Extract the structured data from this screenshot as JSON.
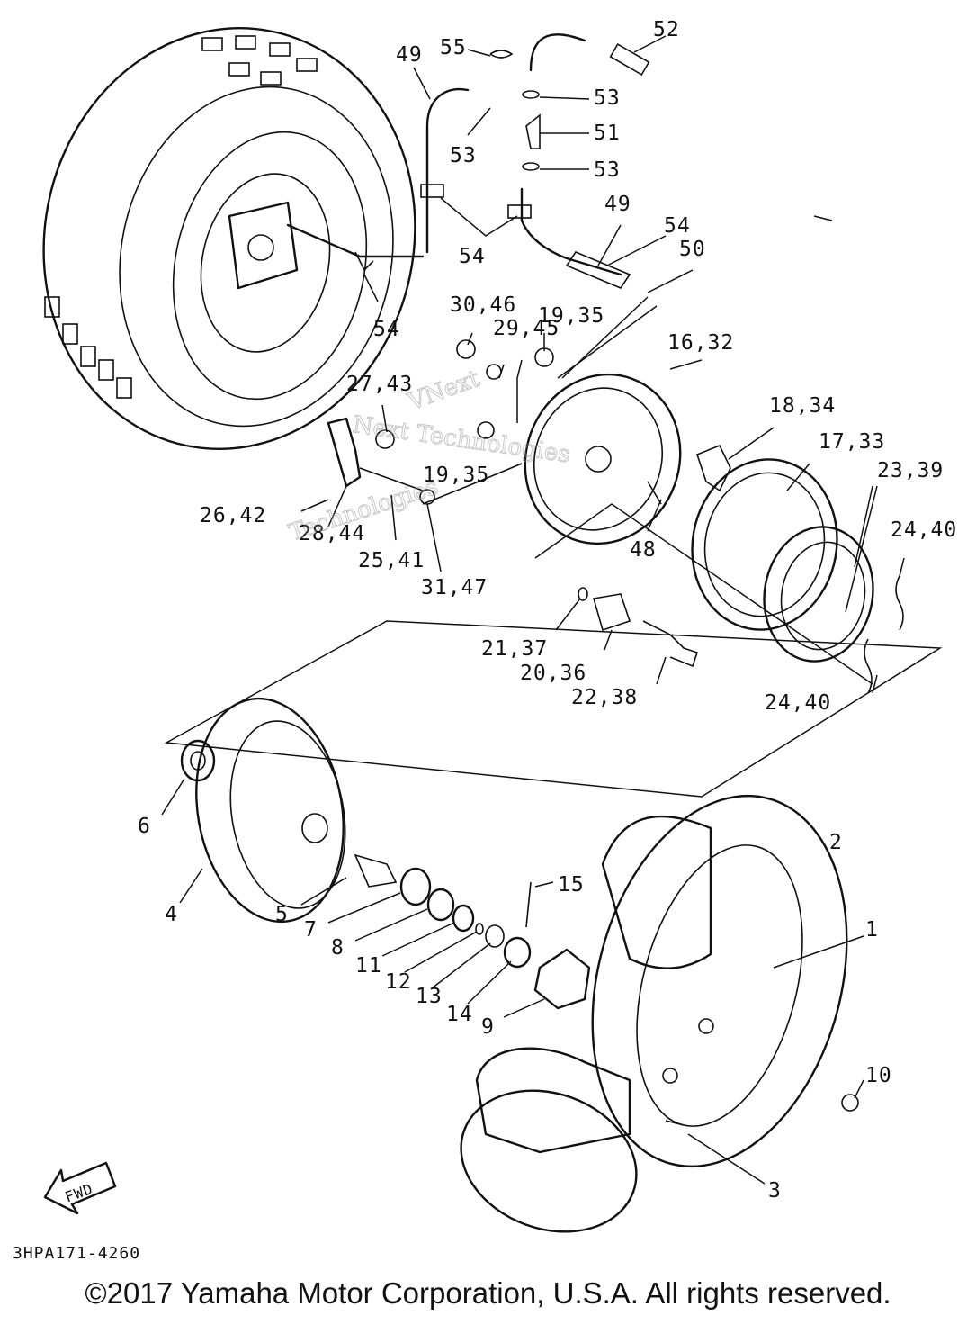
{
  "diagram": {
    "labels": {
      "p1": "1",
      "p2": "2",
      "p3": "3",
      "p4": "4",
      "p5": "5",
      "p6": "6",
      "p7": "7",
      "p8": "8",
      "p9": "9",
      "p10": "10",
      "p11": "11",
      "p12": "12",
      "p13": "13",
      "p14": "14",
      "p15": "15",
      "p16_32": "16,32",
      "p17_33": "17,33",
      "p18_34": "18,34",
      "p19_35a": "19,35",
      "p19_35b": "19,35",
      "p20_36": "20,36",
      "p21_37": "21,37",
      "p22_38": "22,38",
      "p23_39": "23,39",
      "p24_40a": "24,40",
      "p24_40b": "24,40",
      "p25_41": "25,41",
      "p26_42": "26,42",
      "p27_43": "27,43",
      "p28_44": "28,44",
      "p29_45": "29,45",
      "p30_46": "30,46",
      "p31_47": "31,47",
      "p48": "48",
      "p49a": "49",
      "p49b": "49",
      "p50": "50",
      "p51": "51",
      "p52": "52",
      "p53a": "53",
      "p53b": "53",
      "p53c": "53",
      "p54a": "54",
      "p54b": "54",
      "p54c": "54",
      "p55": "55"
    },
    "fwd": "FWD",
    "watermark": [
      "VNext",
      "Next Technologies",
      "Technologies"
    ],
    "code": "3HPA171-4260"
  },
  "footer": "©2017 Yamaha Motor Corporation, U.S.A. All rights reserved."
}
